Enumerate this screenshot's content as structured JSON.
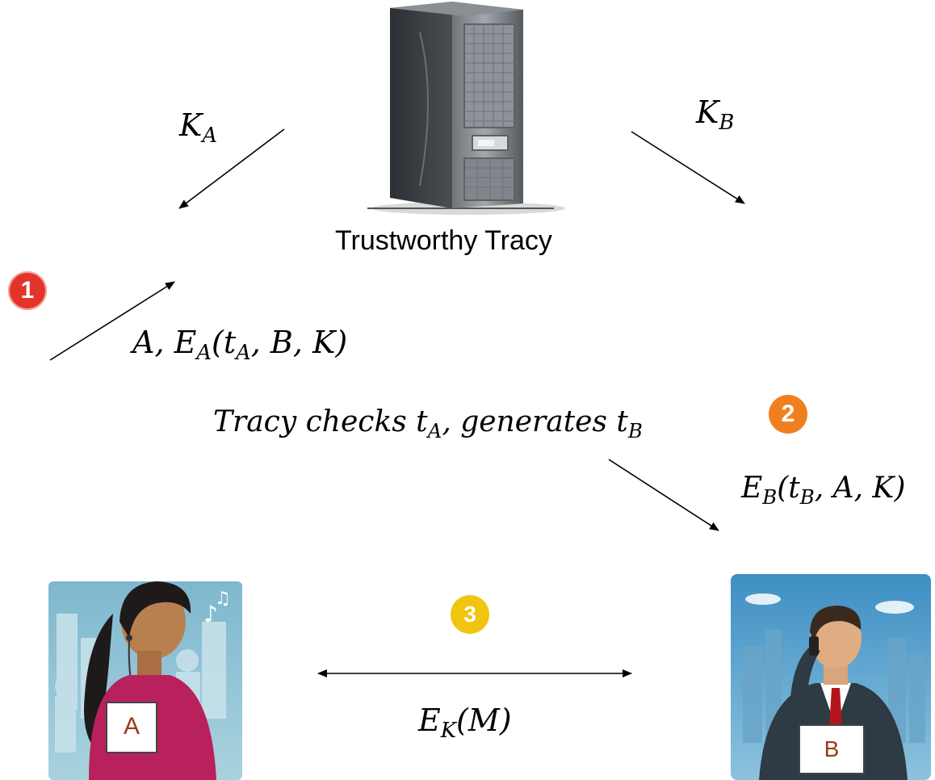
{
  "server": {
    "label": "Trustworthy Tracy"
  },
  "key_labels": {
    "ka_base": "K",
    "ka_sub": "A",
    "kb_base": "K",
    "kb_sub": "B"
  },
  "step1": {
    "number": "1",
    "color": "#e3342a",
    "msg": {
      "p1": "A, E",
      "s1": "A",
      "p2": "(t",
      "s2": "A",
      "p3": ", B, K)"
    }
  },
  "step2": {
    "number": "2",
    "color": "#f07f22",
    "check": {
      "p1": "Tracy checks t",
      "s1": "A",
      "p2": ", generates t",
      "s2": "B"
    },
    "msg": {
      "p1": "E",
      "s1": "B",
      "p2": "(t",
      "s2": "B",
      "p3": ", A, K)"
    }
  },
  "step3": {
    "number": "3",
    "color": "#f1c40f",
    "msg": {
      "p1": "E",
      "s1": "K",
      "p2": "(M)"
    }
  },
  "party_a": {
    "badge": "A"
  },
  "party_b": {
    "badge": "B"
  }
}
